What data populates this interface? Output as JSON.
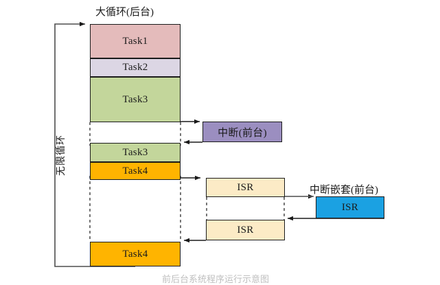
{
  "diagram": {
    "title_main": "大循环(后台)",
    "title_nested": "中断嵌套(前台)",
    "loop_label": "无限循环",
    "bottom_caption": "前后台系统程序运行示意图",
    "colors": {
      "task1": "#E4BBBB",
      "task2": "#DCD6E4",
      "task3": "#C3D69B",
      "task4": "#FFB400",
      "interrupt": "#9B8EC0",
      "isr": "#FCEBC6",
      "isr_nested": "#1BA1E2",
      "stroke": "#1a1a1a",
      "line": "#4d4d4d",
      "text": "#1b1b1b"
    },
    "background_stack": {
      "name": "background-task-stack",
      "blocks": [
        {
          "label": "Task1",
          "color_key": "task1"
        },
        {
          "label": "Task2",
          "color_key": "task2"
        },
        {
          "label": "Task3",
          "color_key": "task3"
        },
        {
          "label": "Task3",
          "color_key": "task3"
        },
        {
          "label": "Task4",
          "color_key": "task4"
        },
        {
          "label": "Task4",
          "color_key": "task4"
        }
      ]
    },
    "foreground": {
      "interrupt_label": "中断(前台)",
      "isr_upper_label": "ISR",
      "isr_lower_label": "ISR",
      "isr_nested_label": "ISR"
    }
  }
}
